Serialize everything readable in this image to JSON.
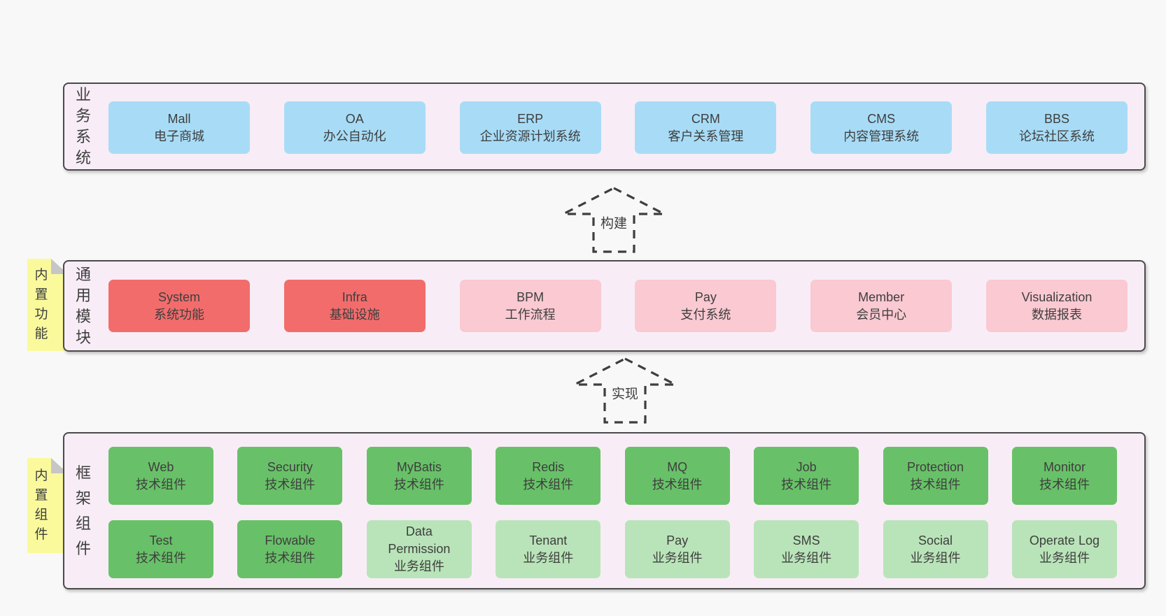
{
  "colors": {
    "page_bg": "#f8f8f8",
    "panel_bg": "#f8edf6",
    "panel_border": "#4a4a4a",
    "blue_box": "#a8dcf6",
    "red_box": "#f26c6c",
    "pink_box": "#fac9d2",
    "green_dark_box": "#68c168",
    "green_light_box": "#b9e4b9",
    "sticky_yellow": "#fafa9d",
    "sticky_fold_gray": "#c6c6c6",
    "text": "#3e3e3e"
  },
  "arrows": [
    {
      "label": "构建"
    },
    {
      "label": "实现"
    }
  ],
  "bands": {
    "business": {
      "side_label": "业务系统",
      "boxes": [
        {
          "name": "Mall",
          "desc": "电子商城"
        },
        {
          "name": "OA",
          "desc": "办公自动化"
        },
        {
          "name": "ERP",
          "desc": "企业资源计划系统"
        },
        {
          "name": "CRM",
          "desc": "客户关系管理"
        },
        {
          "name": "CMS",
          "desc": "内容管理系统"
        },
        {
          "name": "BBS",
          "desc": "论坛社区系统"
        }
      ]
    },
    "modules": {
      "side_label": "通用模块",
      "sticky_label": "内置功能",
      "boxes": [
        {
          "name": "System",
          "desc": "系统功能"
        },
        {
          "name": "Infra",
          "desc": "基础设施"
        },
        {
          "name": "BPM",
          "desc": "工作流程"
        },
        {
          "name": "Pay",
          "desc": "支付系统"
        },
        {
          "name": "Member",
          "desc": "会员中心"
        },
        {
          "name": "Visualization",
          "desc": "数据报表"
        }
      ]
    },
    "framework": {
      "side_label": "框架组件",
      "sticky_label": "内置组件",
      "row1": [
        {
          "name": "Web",
          "desc": "技术组件"
        },
        {
          "name": "Security",
          "desc": "技术组件"
        },
        {
          "name": "MyBatis",
          "desc": "技术组件"
        },
        {
          "name": "Redis",
          "desc": "技术组件"
        },
        {
          "name": "MQ",
          "desc": "技术组件"
        },
        {
          "name": "Job",
          "desc": "技术组件"
        },
        {
          "name": "Protection",
          "desc": "技术组件"
        },
        {
          "name": "Monitor",
          "desc": "技术组件"
        }
      ],
      "row2": [
        {
          "name": "Test",
          "desc": "技术组件"
        },
        {
          "name": "Flowable",
          "desc": "技术组件"
        },
        {
          "name": "Data Permission",
          "desc": "业务组件"
        },
        {
          "name": "Tenant",
          "desc": "业务组件"
        },
        {
          "name": "Pay",
          "desc": "业务组件"
        },
        {
          "name": "SMS",
          "desc": "业务组件"
        },
        {
          "name": "Social",
          "desc": "业务组件"
        },
        {
          "name": "Operate Log",
          "desc": "业务组件"
        }
      ]
    }
  }
}
